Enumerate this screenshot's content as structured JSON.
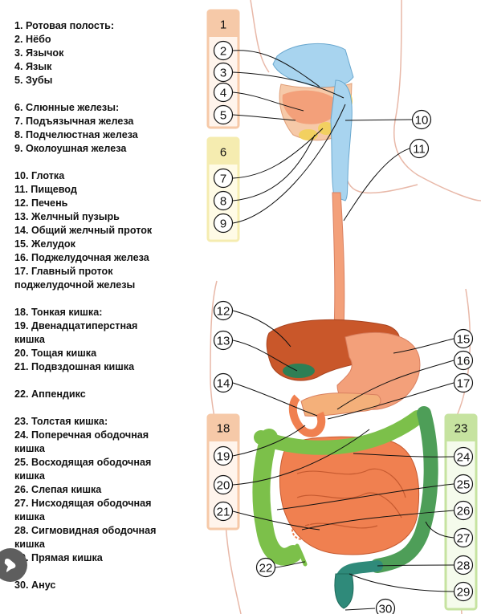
{
  "legend": [
    {
      "text": "1. Ротовая полость:"
    },
    {
      "text": "2. Нёбо"
    },
    {
      "text": "3. Язычок"
    },
    {
      "text": "4. Язык"
    },
    {
      "text": "5. Зубы"
    },
    {
      "text": "6. Слюнные железы:"
    },
    {
      "text": "7. Подъязычная железа"
    },
    {
      "text": "8. Подчелюстная железа"
    },
    {
      "text": "9. Околоушная железа"
    },
    {
      "text": "10. Глотка"
    },
    {
      "text": "11. Пищевод"
    },
    {
      "text": "12. Печень"
    },
    {
      "text": "13. Желчный пузырь"
    },
    {
      "text": "14. Общий желчный проток"
    },
    {
      "text": "15. Желудок"
    },
    {
      "text": "16. Поджелудочная железа"
    },
    {
      "text": "17. Главный проток"
    },
    {
      "text": "поджелудочной железы"
    },
    {
      "text": "18. Тонкая кишка:"
    },
    {
      "text": "19. Двенадцатиперстная"
    },
    {
      "text": "кишка"
    },
    {
      "text": "20. Тощая кишка"
    },
    {
      "text": "21. Подвздошная кишка"
    },
    {
      "text": "22. Аппендикс"
    },
    {
      "text": "23. Толстая кишка:"
    },
    {
      "text": "24. Поперечная ободочная"
    },
    {
      "text": "кишка"
    },
    {
      "text": "25. Восходящая ободочная"
    },
    {
      "text": "кишка"
    },
    {
      "text": "26. Слепая кишка"
    },
    {
      "text": "27. Нисходящая ободочная"
    },
    {
      "text": "кишка"
    },
    {
      "text": "28. Сигмовидная ободочная"
    },
    {
      "text": "кишка"
    },
    {
      "text": "29. Прямая кишка"
    },
    {
      "text": "30. Анус"
    }
  ],
  "callouts": [
    "1",
    "2",
    "3",
    "4",
    "5",
    "6",
    "7",
    "8",
    "9",
    "10",
    "11",
    "12",
    "13",
    "14",
    "15",
    "16",
    "17",
    "18",
    "19",
    "20",
    "21",
    "22",
    "23",
    "24",
    "25",
    "26",
    "27",
    "28",
    "29",
    "30"
  ],
  "colors": {
    "liver": "#c9572a",
    "stomach": "#f3a07a",
    "small_intestine": "#f08050",
    "large_intestine": "#7cc04a",
    "rectum": "#2f8a7a",
    "esophagus": "#f3a07a",
    "palate": "#a8d4ef",
    "gallbladder": "#2e7f55",
    "bracket_mouth": "#f6c9a8",
    "bracket_glands": "#f5ecb0",
    "bracket_small": "#f6c9a8",
    "bracket_large": "#c6e3a0",
    "body_outline": "#e8b8a8"
  },
  "icons": {
    "corner": "pin-icon"
  }
}
